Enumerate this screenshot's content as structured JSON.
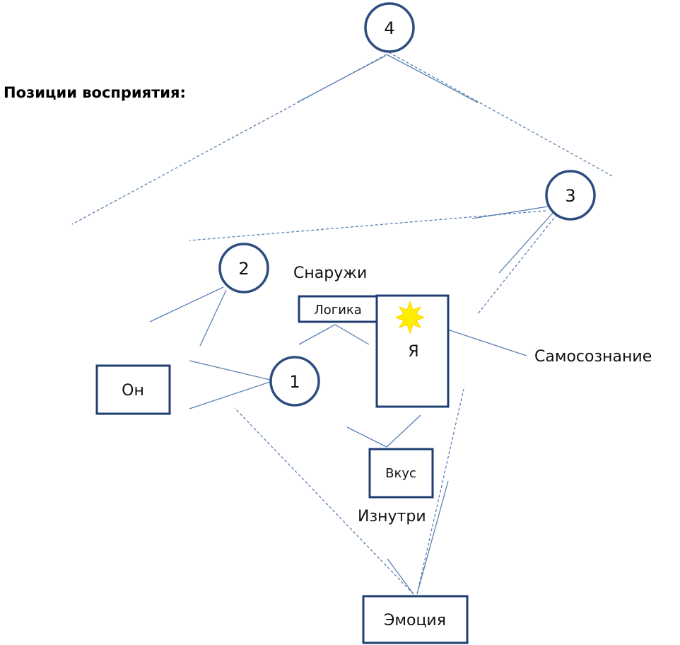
{
  "title": "Позиции восприятия:",
  "positions": {
    "p1": "1",
    "p2": "2",
    "p3": "3",
    "p4": "4"
  },
  "boxes": {
    "on": "Он",
    "logic": "Логика",
    "self": "Я",
    "taste": "Вкус",
    "emotion": "Эмоция"
  },
  "labels": {
    "outside": "Снаружи",
    "inside": "Изнутри",
    "self_awareness": "Самосознание"
  },
  "colors": {
    "node_stroke": "#2e4d7f",
    "line": "#5b80b2",
    "star": "#ffee00"
  }
}
